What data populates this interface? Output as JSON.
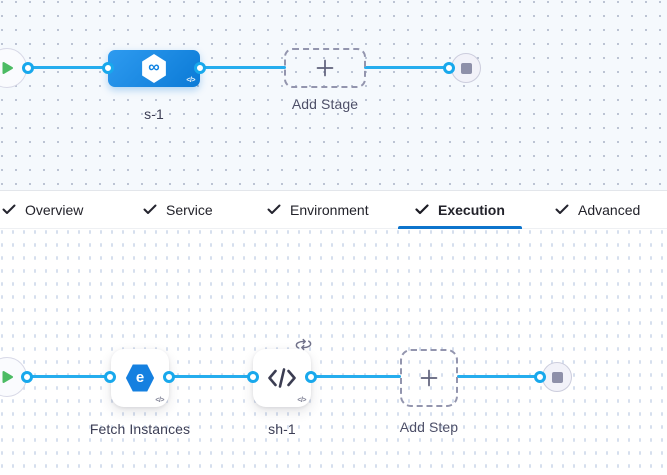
{
  "stage_pipeline": {
    "stage": {
      "name": "s-1",
      "icon": "cd-infinity-hexagon",
      "code_badge": "</>"
    },
    "add_stage": {
      "label": "Add Stage"
    }
  },
  "tab_bar": {
    "tabs": [
      {
        "label": "Overview",
        "checked": true,
        "active": false
      },
      {
        "label": "Service",
        "checked": true,
        "active": false
      },
      {
        "label": "Environment",
        "checked": true,
        "active": false
      },
      {
        "label": "Execution",
        "checked": true,
        "active": true
      },
      {
        "label": "Advanced",
        "checked": true,
        "active": false
      }
    ]
  },
  "execution_pipeline": {
    "steps": [
      {
        "name": "Fetch Instances",
        "icon": "elastigroup-hexagon",
        "code_badge": "</>",
        "loop": false
      },
      {
        "name": "sh-1",
        "icon": "shell-script-code",
        "code_badge": "</>",
        "loop": true
      }
    ],
    "add_step": {
      "label": "Add Step"
    }
  },
  "glyphs": {
    "infinity": "∞",
    "elastigroup_e": "e",
    "code_badge": "</>"
  },
  "colors": {
    "connector_line": "#25adee",
    "stage_node_blue": "#0b7ad6",
    "active_tab_underline": "#0d74cc",
    "play_triangle_green": "#4cbb63",
    "end_square_gray": "#8e90a9",
    "dashed_border": "#9395ae",
    "canvas_top_bg": "#f5f9fd",
    "label_text": "#3c3e55"
  }
}
